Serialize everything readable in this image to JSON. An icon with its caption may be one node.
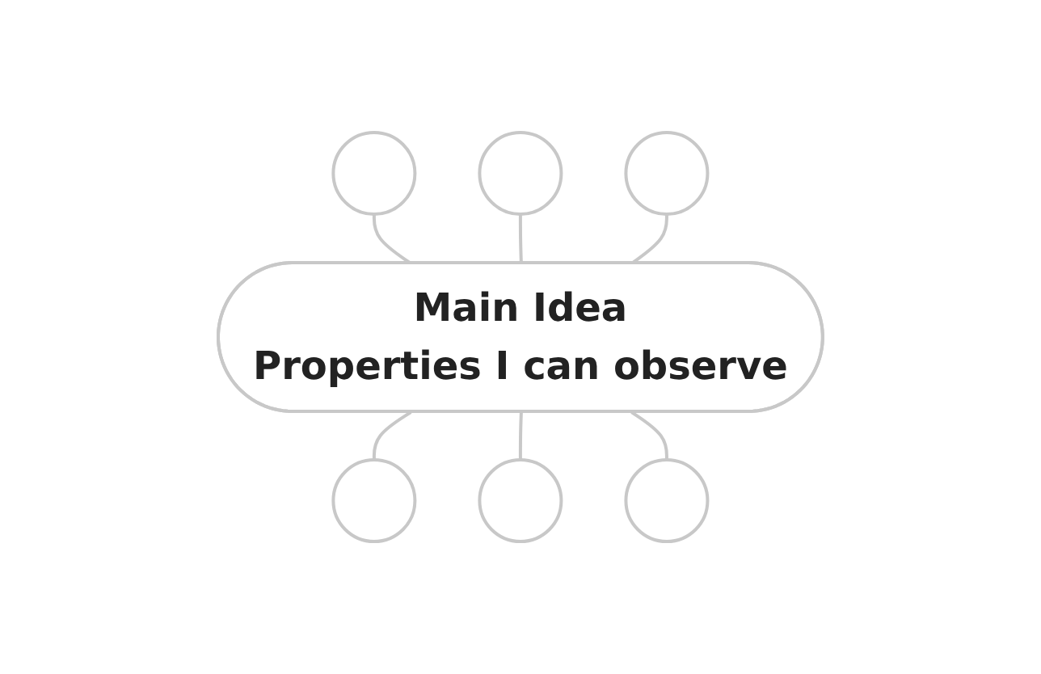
{
  "diagram": {
    "nodes": [
      {
        "text": [],
        "shape": "circle"
      },
      {
        "text": [],
        "shape": "circle"
      },
      {
        "text": [],
        "shape": "circle"
      },
      {
        "text": [
          "Main Idea",
          "Properties I can observe"
        ]
      },
      {
        "text": [],
        "shape": "circle"
      },
      {
        "text": [],
        "shape": "circle"
      },
      {
        "text": [],
        "shape": "circle"
      }
    ],
    "edges": [
      {
        "from": 0,
        "to": 3,
        "arrow": "none"
      },
      {
        "from": 1,
        "to": 3,
        "arrow": "none"
      },
      {
        "from": 2,
        "to": 3,
        "arrow": "none"
      },
      {
        "from": 3,
        "to": 4,
        "arrow": "none"
      },
      {
        "from": 3,
        "to": 5,
        "arrow": "none"
      },
      {
        "from": 3,
        "to": 6,
        "arrow": "none"
      }
    ]
  }
}
